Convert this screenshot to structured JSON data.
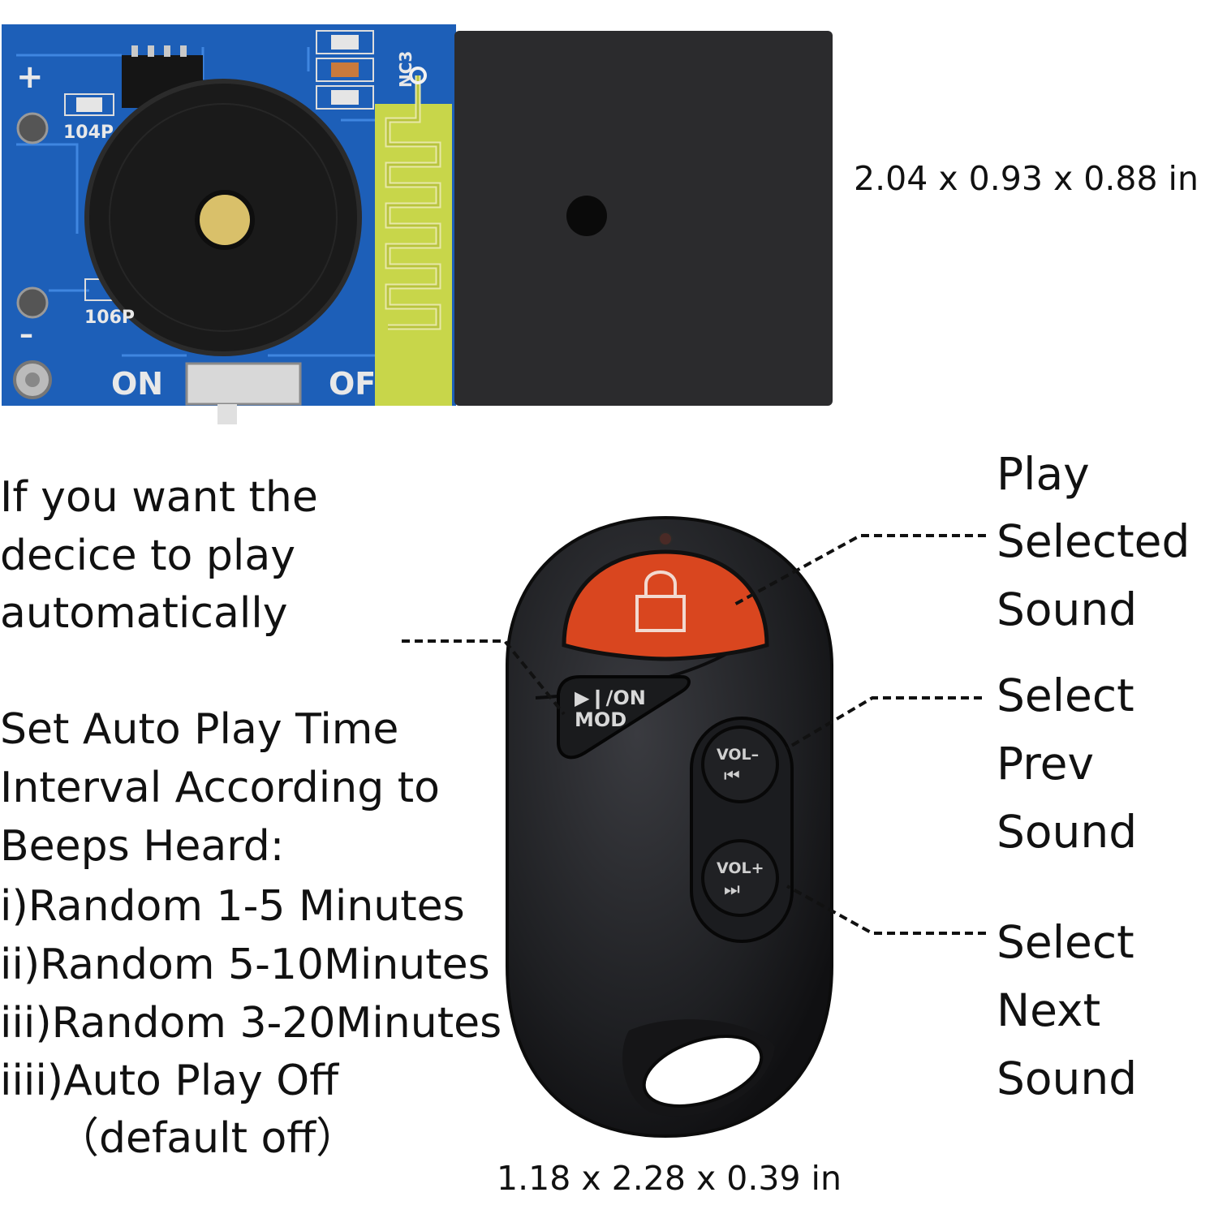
{
  "board": {
    "silkscreen": {
      "top_left": "+",
      "cap_1": "104P",
      "cap_2": "106P",
      "antenna_code": "NC3",
      "minus": "–",
      "switch_on": "ON",
      "switch_off": "OF"
    },
    "dimensions": "2.04 x 0.93 x 0.88 in"
  },
  "instructions": {
    "auto_play": [
      "If you want the",
      "decice to play",
      "automatically"
    ],
    "interval": [
      "Set Auto Play Time",
      "Interval According to",
      "Beeps Heard:",
      "i)Random 1-5 Minutes",
      "ii)Random 5-10Minutes",
      "iii)Random 3-20Minutes",
      "iiii)Auto Play Off",
      "（default off）"
    ]
  },
  "remote": {
    "buttons": {
      "mode_line1": "▶❙/ON",
      "mode_line2": "MOD",
      "vol_minus_label": "VOL–",
      "vol_minus_symbol": "⏮",
      "vol_plus_label": "VOL+",
      "vol_plus_symbol": "⏭"
    },
    "icons": {
      "top_button": "lock-icon"
    },
    "colors": {
      "body": "#1e1f22",
      "top_button": "#d9461f"
    },
    "dimensions": "1.18 x 2.28 x 0.39 in"
  },
  "labels": {
    "play": [
      "Play",
      "Selected",
      "Sound"
    ],
    "prev": [
      "Select",
      "Prev",
      "Sound"
    ],
    "next": [
      "Select",
      "Next",
      "Sound"
    ]
  }
}
